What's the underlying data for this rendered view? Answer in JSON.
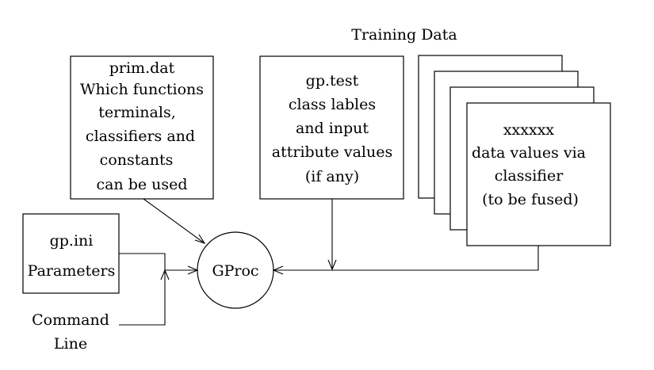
{
  "training_data": {
    "title": "Training Data"
  },
  "prim_box": {
    "lines": [
      "prim.dat",
      "Which functions",
      "terminals,",
      "classifiers and",
      "constants",
      "can be used"
    ]
  },
  "test_box": {
    "lines": [
      "gp.test",
      "class lables",
      "and input",
      "attribute values",
      "(if any)"
    ]
  },
  "data_box": {
    "lines": [
      "xxxxxx",
      "data values via",
      "classifier",
      "(to be fused)"
    ]
  },
  "ini_box": {
    "lines": [
      "gp.ini",
      "Parameters"
    ]
  },
  "command_line": {
    "lines": [
      "Command",
      "Line"
    ]
  },
  "gproc": {
    "label": "GProc"
  }
}
